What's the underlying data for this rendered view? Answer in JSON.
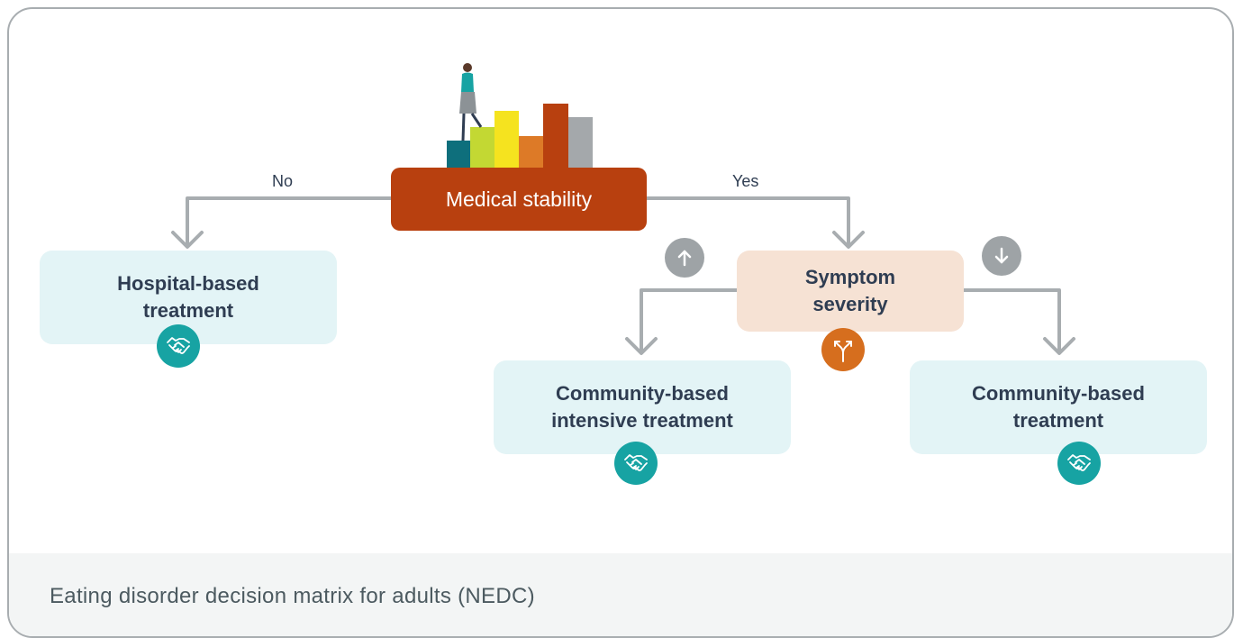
{
  "diagram": {
    "root": {
      "label": "Medical stability"
    },
    "branches": {
      "no_label": "No",
      "yes_label": "Yes"
    },
    "hospital": {
      "label": "Hospital-based treatment"
    },
    "severity": {
      "label": "Symptom severity"
    },
    "intensive": {
      "label": "Community-based intensive treatment"
    },
    "community": {
      "label": "Community-based treatment"
    }
  },
  "icons": {
    "treatment": "handshake-icon",
    "decision": "split-arrow-icon",
    "increase": "arrow-up-icon",
    "decrease": "arrow-down-icon",
    "illustration": "woman-climbing-bars-illustration"
  },
  "colors": {
    "root_fill": "#b8400f",
    "treatment_box": "#e3f4f6",
    "severity_box": "#f6e2d4",
    "icon_teal": "#17a3a3",
    "icon_orange": "#d66e1e",
    "indicator_gray": "#9ea3a6",
    "connector": "#a8adb0"
  },
  "caption": {
    "text": "Eating disorder decision matrix for adults (NEDC)"
  }
}
